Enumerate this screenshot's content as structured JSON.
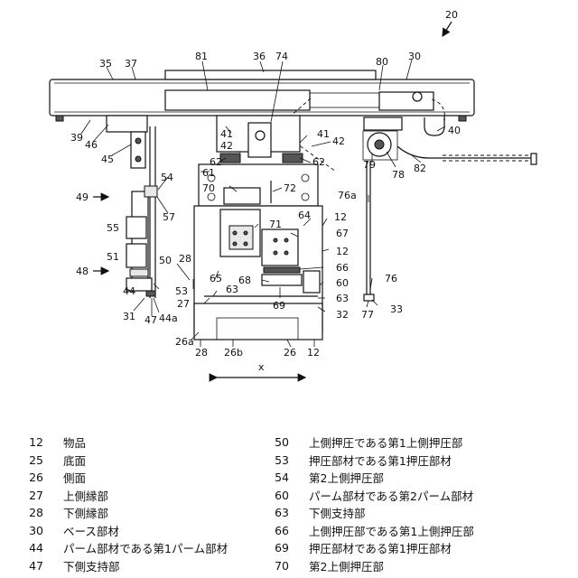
{
  "figure": {
    "ref_number": "20",
    "labels": {
      "n35": "35",
      "n37": "37",
      "n81": "81",
      "n36": "36",
      "n74": "74",
      "n80": "80",
      "n30": "30",
      "n39": "39",
      "n46": "46",
      "n45": "45",
      "n41a": "41",
      "n41b": "41",
      "n42a": "42",
      "n42b": "42",
      "n62a": "62",
      "n62b": "62",
      "n40": "40",
      "n79": "79",
      "n78": "78",
      "n82": "82",
      "n61": "61",
      "n54": "54",
      "n70": "70",
      "n72": "72",
      "n76a": "76a",
      "n49": "49",
      "n57": "57",
      "n64": "64",
      "n12a": "12",
      "n71": "71",
      "n67": "67",
      "n55": "55",
      "n12b": "12",
      "n51": "51",
      "n50": "50",
      "n28a": "28",
      "n65": "65",
      "n66": "66",
      "n48": "48",
      "n68": "68",
      "n60": "60",
      "n76": "76",
      "n44": "44",
      "n53": "53",
      "n27": "27",
      "n63a": "63",
      "n63b": "63",
      "n69": "69",
      "n31": "31",
      "n47": "47",
      "n44a": "44a",
      "n32": "32",
      "n77": "77",
      "n33": "33",
      "n26a": "26a",
      "n28b": "28",
      "n26b": "26b",
      "n26": "26",
      "n12c": "12",
      "axis_x": "x"
    }
  },
  "legend": {
    "left": [
      {
        "num": "12",
        "text": "物品"
      },
      {
        "num": "25",
        "text": "底面"
      },
      {
        "num": "26",
        "text": "側面"
      },
      {
        "num": "27",
        "text": "上側縁部"
      },
      {
        "num": "28",
        "text": "下側縁部"
      },
      {
        "num": "30",
        "text": "ベース部材"
      },
      {
        "num": "44",
        "text": "パーム部材である第1パーム部材"
      },
      {
        "num": "47",
        "text": "下側支持部"
      }
    ],
    "right": [
      {
        "num": "50",
        "text": "上側押圧である第1上側押圧部"
      },
      {
        "num": "53",
        "text": "押圧部材である第1押圧部材"
      },
      {
        "num": "54",
        "text": "第2上側押圧部"
      },
      {
        "num": "60",
        "text": "パーム部材である第2パーム部材"
      },
      {
        "num": "63",
        "text": "下側支持部"
      },
      {
        "num": "66",
        "text": "上側押圧部である第1上側押圧部"
      },
      {
        "num": "69",
        "text": "押圧部材である第1押圧部材"
      },
      {
        "num": "70",
        "text": "第2上側押圧部"
      }
    ]
  }
}
